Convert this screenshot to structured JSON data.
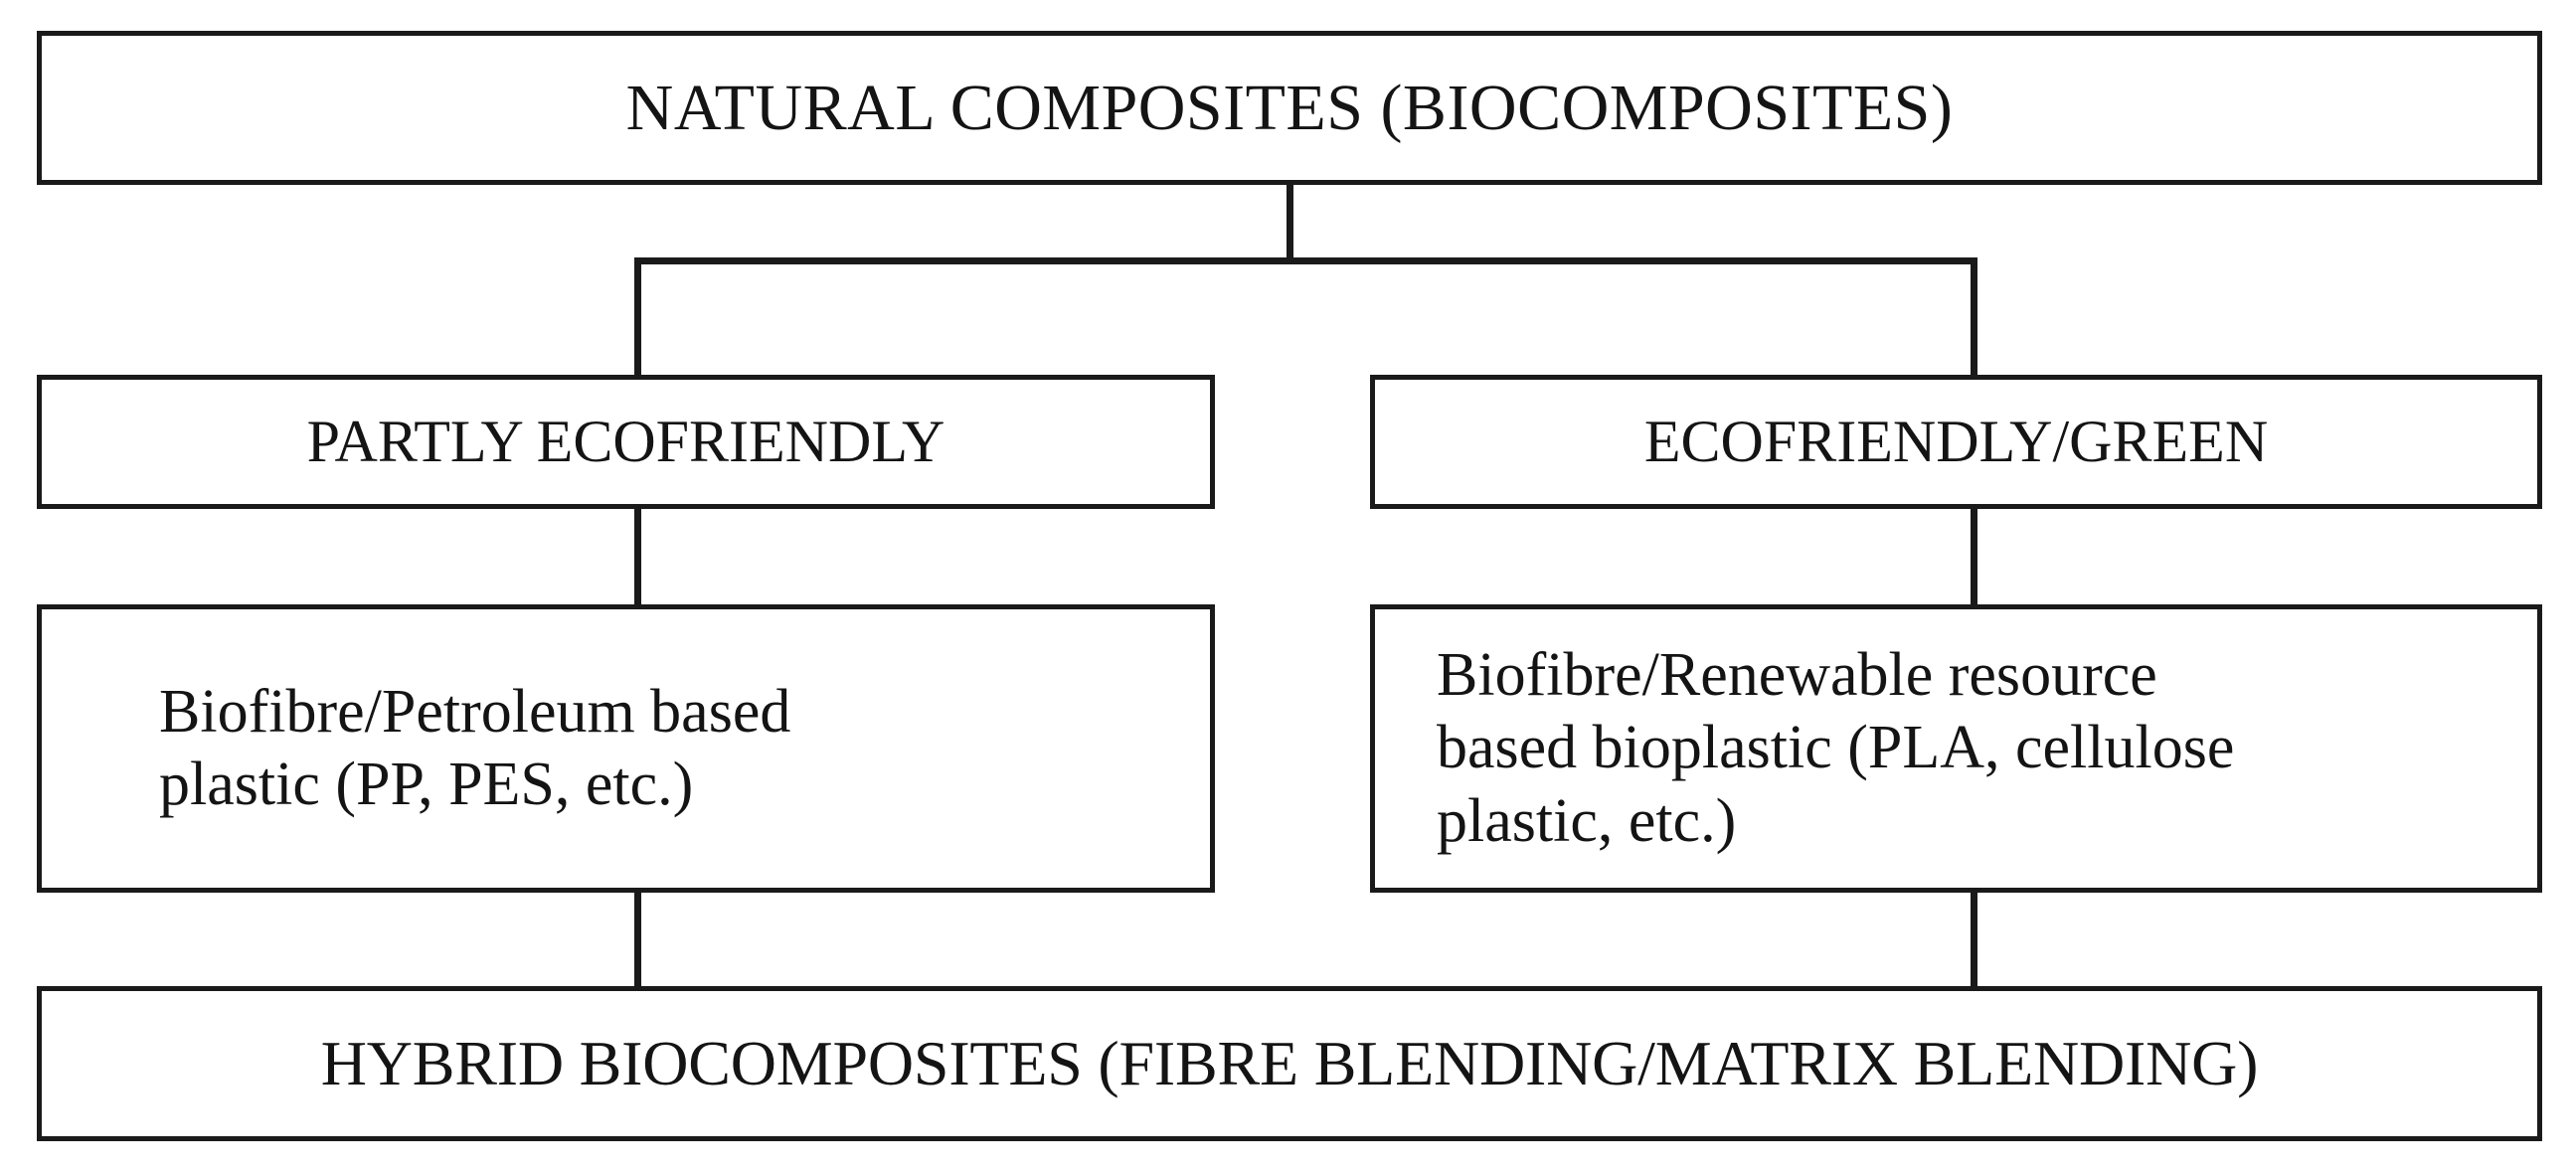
{
  "diagram": {
    "title": "Natural Composites (Biocomposites) classification flowchart",
    "type": "flowchart",
    "orientation": "top-down",
    "colors": {
      "line": "#1a1a1a",
      "box_border": "#1a1a1a",
      "box_fill": "#ffffff",
      "text": "#141414",
      "background": "#ffffff"
    },
    "nodes": {
      "root": {
        "id": "natural-composites",
        "label": "NATURAL COMPOSITES (BIOCOMPOSITES)",
        "level": 1,
        "align": "center",
        "case": "uppercase"
      },
      "partly_ecofriendly": {
        "id": "partly-ecofriendly",
        "label": "PARTLY ECOFRIENDLY",
        "level": 2,
        "align": "center",
        "case": "uppercase"
      },
      "ecofriendly_green": {
        "id": "ecofriendly-green",
        "label": "ECOFRIENDLY/GREEN",
        "level": 2,
        "align": "center",
        "case": "uppercase"
      },
      "petroleum_plastic": {
        "id": "biofibre-petroleum-based-plastic",
        "label": "Biofibre/Petroleum based\nplastic (PP, PES, etc.)",
        "level": 3,
        "align": "left",
        "case": "sentence"
      },
      "renewable_bioplastic": {
        "id": "biofibre-renewable-resource-based-bioplastic",
        "label": "Biofibre/Renewable resource\nbased bioplastic (PLA, cellulose\nplastic, etc.)",
        "level": 3,
        "align": "left",
        "case": "sentence"
      },
      "hybrid": {
        "id": "hybrid-biocomposites",
        "label": "HYBRID BIOCOMPOSITES (FIBRE BLENDING/MATRIX BLENDING)",
        "level": 4,
        "align": "center",
        "case": "uppercase"
      }
    },
    "edges": [
      {
        "from": "natural-composites",
        "to": "partly-ecofriendly",
        "style": "orthogonal"
      },
      {
        "from": "natural-composites",
        "to": "ecofriendly-green",
        "style": "orthogonal"
      },
      {
        "from": "partly-ecofriendly",
        "to": "biofibre-petroleum-based-plastic",
        "style": "straight"
      },
      {
        "from": "ecofriendly-green",
        "to": "biofibre-renewable-resource-based-bioplastic",
        "style": "straight"
      },
      {
        "from": "biofibre-petroleum-based-plastic",
        "to": "hybrid-biocomposites",
        "style": "straight"
      },
      {
        "from": "biofibre-renewable-resource-based-bioplastic",
        "to": "hybrid-biocomposites",
        "style": "straight"
      }
    ]
  }
}
